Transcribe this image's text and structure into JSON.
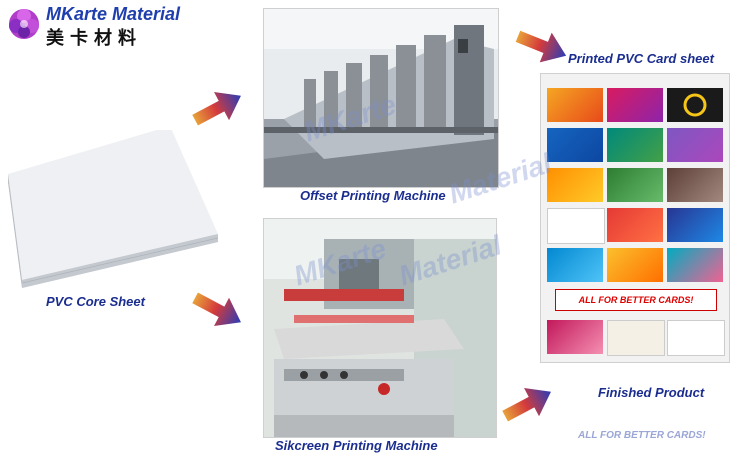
{
  "brand": {
    "name": "MKarte Material",
    "name_cn": "美卡材料"
  },
  "steps": {
    "core_sheet": "PVC  Core Sheet",
    "offset": "Offset Printing Machine",
    "silkscreen": "Sikcreen Printing Machine",
    "printed_sheet": "Printed PVC Card sheet",
    "finished": "Finished Product"
  },
  "sheet_banner": "ALL FOR BETTER CARDS!",
  "tagline": "ALL FOR BETTER CARDS!",
  "watermarks": [
    "MKarte",
    "MKarte",
    "Material",
    "Material"
  ],
  "colors": {
    "caption": "#1b2e8f",
    "arrow_head": "#2a3db8",
    "arrow_tail": "#e8a23a",
    "logo": "#1f3fae"
  },
  "icons": [
    "logo-flower-icon",
    "arrow-right-icon"
  ]
}
